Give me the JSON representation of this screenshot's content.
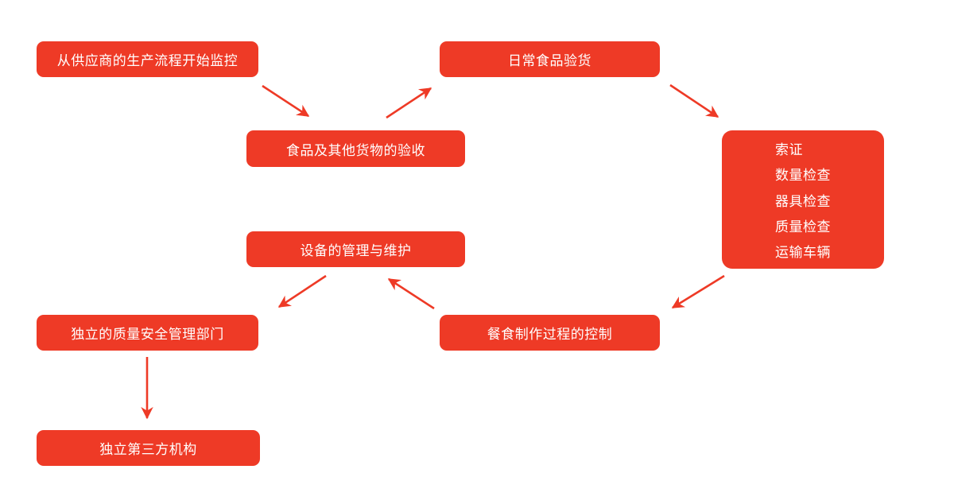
{
  "diagram": {
    "accent_color": "#ee3a26",
    "text_color": "#ffffff",
    "nodes": [
      {
        "id": "supplier-monitor",
        "label": "从供应商的生产流程开始监控"
      },
      {
        "id": "daily-inspection",
        "label": "日常食品验货"
      },
      {
        "id": "goods-acceptance",
        "label": "食品及其他货物的验收"
      },
      {
        "id": "check-list",
        "lines": [
          "索证",
          "数量检查",
          "器具检查",
          "质量检查",
          "运输车辆"
        ]
      },
      {
        "id": "equipment-maintenance",
        "label": "设备的管理与维护"
      },
      {
        "id": "meal-process-control",
        "label": "餐食制作过程的控制"
      },
      {
        "id": "qa-department",
        "label": "独立的质量安全管理部门"
      },
      {
        "id": "third-party",
        "label": "独立第三方机构"
      }
    ],
    "edges": [
      {
        "from": "supplier-monitor",
        "to": "goods-acceptance"
      },
      {
        "from": "goods-acceptance",
        "to": "daily-inspection"
      },
      {
        "from": "daily-inspection",
        "to": "check-list"
      },
      {
        "from": "check-list",
        "to": "meal-process-control"
      },
      {
        "from": "meal-process-control",
        "to": "equipment-maintenance"
      },
      {
        "from": "equipment-maintenance",
        "to": "qa-department"
      },
      {
        "from": "qa-department",
        "to": "third-party"
      }
    ]
  }
}
